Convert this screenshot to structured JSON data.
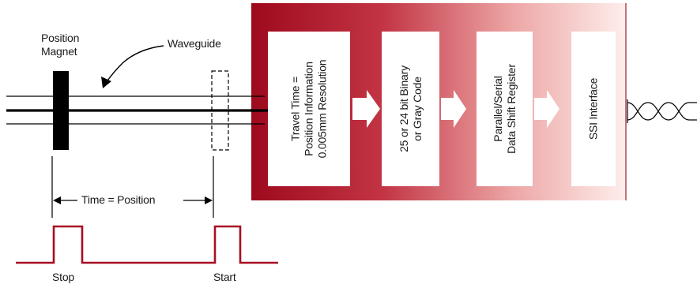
{
  "colors": {
    "panel_dark": "#a0091c",
    "panel_light": "#fde8e6",
    "pulse": "#a80e22",
    "line": "#000000"
  },
  "labels": {
    "position_magnet": [
      "Position",
      "Magnet"
    ],
    "waveguide": "Waveguide",
    "time_position": "Time = Position",
    "stop": "Stop",
    "start": "Start"
  },
  "blocks": [
    {
      "lines": [
        "Travel Time =",
        "Position Information",
        "0.005mm Resolution"
      ]
    },
    {
      "lines": [
        "25 or 24 bit Binary",
        "or Gray Code"
      ]
    },
    {
      "lines": [
        "Parallel/Serial",
        "Data Shift Register"
      ]
    },
    {
      "lines": [
        "SSI Interface"
      ]
    }
  ]
}
